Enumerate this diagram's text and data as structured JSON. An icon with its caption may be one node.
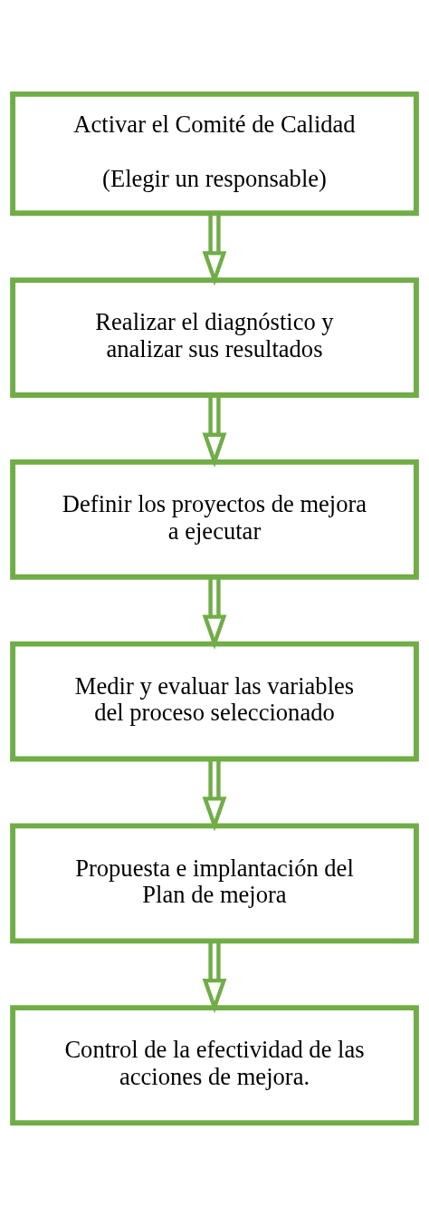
{
  "diagram": {
    "nodes": [
      {
        "text": [
          "Activar el Comité de Calidad",
          "(Elegir un responsable)"
        ]
      },
      {
        "text": [
          "Realizar el diagnóstico y analizar sus resultados"
        ]
      },
      {
        "text": [
          "Definir los proyectos de mejora a ejecutar"
        ]
      },
      {
        "text": [
          "Medir y evaluar las variables del proceso seleccionado"
        ]
      },
      {
        "text": [
          "Propuesta e implantación del Plan de mejora"
        ]
      },
      {
        "text": [
          "Control de la efectividad de las acciones de mejora."
        ]
      }
    ],
    "edges": [
      {
        "from": 0,
        "to": 1,
        "arrow": "to"
      },
      {
        "from": 1,
        "to": 2,
        "arrow": "to"
      },
      {
        "from": 2,
        "to": 3,
        "arrow": "to"
      },
      {
        "from": 3,
        "to": 4,
        "arrow": "to"
      },
      {
        "from": 4,
        "to": 5,
        "arrow": "to"
      }
    ]
  }
}
